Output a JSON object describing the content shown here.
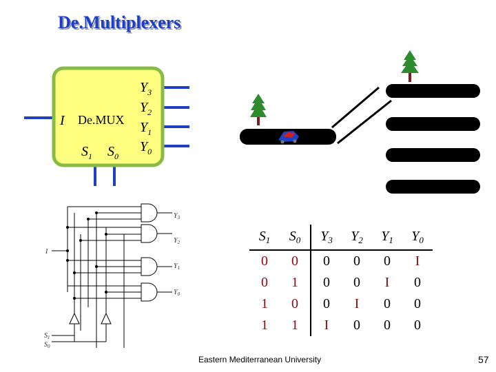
{
  "title": "De.Multiplexers",
  "block": {
    "name": "De.MUX",
    "input": "I",
    "outputs": [
      "Y",
      "Y",
      "Y",
      "Y"
    ],
    "output_subs": [
      "3",
      "2",
      "1",
      "0"
    ],
    "selects": [
      "S",
      "S"
    ],
    "select_subs": [
      "1",
      "0"
    ]
  },
  "circuit": {
    "input_label": "I",
    "outputs": [
      "Y",
      "Y",
      "Y",
      "Y"
    ],
    "output_subs": [
      "3",
      "2",
      "1",
      "0"
    ],
    "selects": [
      "S",
      "S"
    ],
    "select_subs": [
      "1",
      "0"
    ]
  },
  "truth_table": {
    "headers": [
      {
        "main": "S",
        "sub": "1"
      },
      {
        "main": "S",
        "sub": "0"
      },
      {
        "main": "Y",
        "sub": "3"
      },
      {
        "main": "Y",
        "sub": "2"
      },
      {
        "main": "Y",
        "sub": "1"
      },
      {
        "main": "Y",
        "sub": "0"
      }
    ],
    "rows": [
      [
        "0",
        "0",
        "0",
        "0",
        "0",
        "I"
      ],
      [
        "0",
        "1",
        "0",
        "0",
        "I",
        "0"
      ],
      [
        "1",
        "0",
        "0",
        "I",
        "0",
        "0"
      ],
      [
        "1",
        "1",
        "I",
        "0",
        "0",
        "0"
      ]
    ]
  },
  "footer": "Eastern Mediterranean University",
  "page_number": "57",
  "colors": {
    "title": "#1a3ec9",
    "block_fill": "#ffff80",
    "block_border": "#88bb44",
    "wire": "#1f3fc4",
    "road": "#000000",
    "tree": "#2e8b2e",
    "select_value": "#8a0b10"
  }
}
